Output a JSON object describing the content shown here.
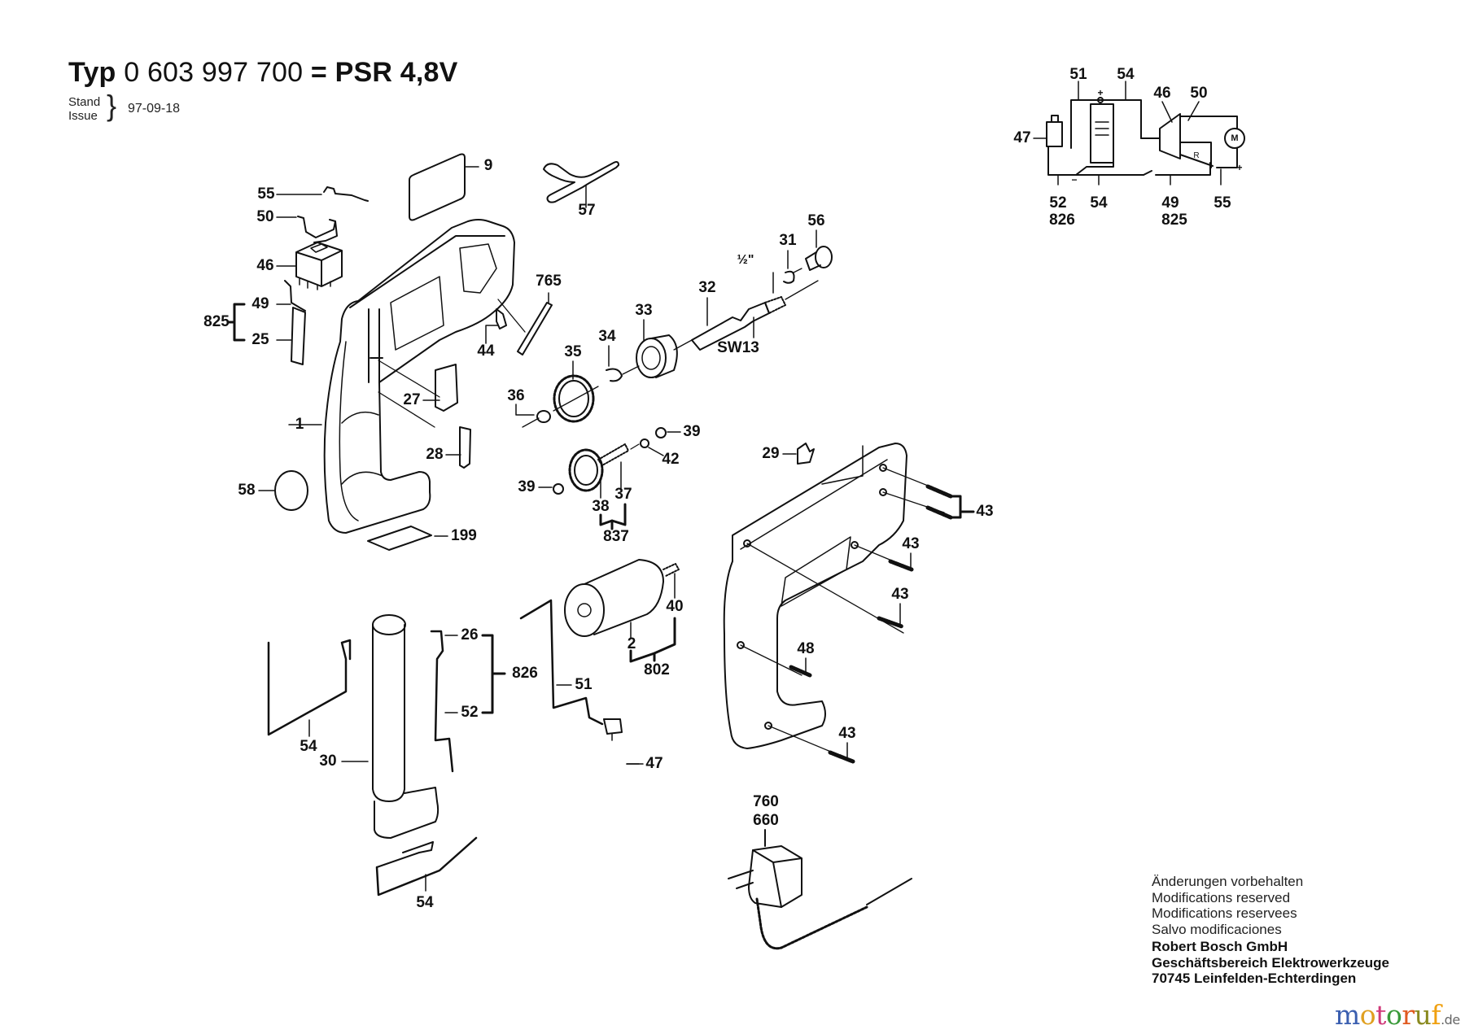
{
  "header": {
    "typ_label": "Typ",
    "type_number": "0 603 997 700",
    "equals": "=",
    "model": "PSR 4,8V",
    "stand_label": "Stand",
    "issue_label": "Issue",
    "brace": "}",
    "issue_date": "97-09-18"
  },
  "parts_labels": {
    "p9": "9",
    "p57": "57",
    "p55": "55",
    "p50": "50",
    "p46": "46",
    "p825": "825",
    "p49": "49",
    "p25": "25",
    "p1": "1",
    "p58": "58",
    "p199": "199",
    "p27": "27",
    "p28": "28",
    "p44": "44",
    "p765": "765",
    "p33": "33",
    "p34": "34",
    "p35": "35",
    "p36": "36",
    "p32": "32",
    "p31": "31",
    "p56": "56",
    "thread_half_inch": "½\"",
    "sw13": "SW13",
    "p39a": "39",
    "p42": "42",
    "p39b": "39",
    "p37": "37",
    "p38": "38",
    "p837": "837",
    "p29": "29",
    "p43a": "43",
    "p43b": "43",
    "p43c": "43",
    "p43d": "43",
    "p48": "48",
    "p40": "40",
    "p2": "2",
    "p802": "802",
    "p26": "26",
    "p826": "826",
    "p52": "52",
    "p51": "51",
    "p47": "47",
    "p54a": "54",
    "p30": "30",
    "p54b": "54",
    "p760": "760",
    "p660": "660"
  },
  "circuit_labels": {
    "c51": "51",
    "c54top": "54",
    "c46": "46",
    "c50": "50",
    "c47": "47",
    "c52": "52",
    "c826": "826",
    "c54bottom": "54",
    "c49": "49",
    "c825": "825",
    "c55": "55",
    "plus_battery": "+",
    "minus_battery": "−",
    "motor_symbol": "M",
    "reverse_mark": "R",
    "plus_motor": "+"
  },
  "notes": {
    "lines": [
      "Änderungen vorbehalten",
      "Modifications reserved",
      "Modifications reservees",
      "Salvo modificaciones"
    ],
    "company": "Robert Bosch GmbH",
    "division": "Geschäftsbereich Elektrowerkzeuge",
    "address": "70745 Leinfelden-Echterdingen"
  },
  "watermark": {
    "letters": [
      "m",
      "o",
      "t",
      "o",
      "r",
      "u",
      "f"
    ],
    "colors": [
      "#3b5fb0",
      "#e0a020",
      "#d03a7a",
      "#3a9a3a",
      "#e05a20",
      "#8a8a20",
      "#f0a010"
    ],
    "suffix": ".de"
  }
}
